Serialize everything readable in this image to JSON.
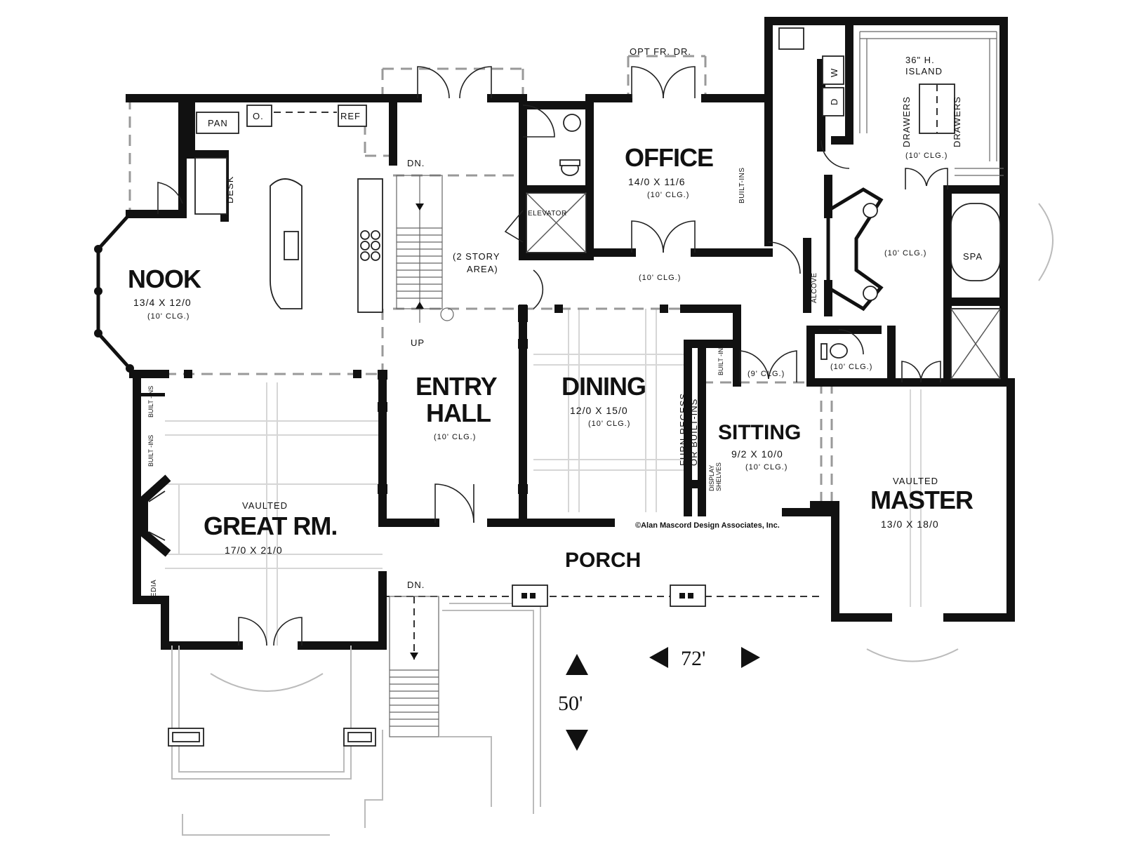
{
  "plan": {
    "nook": {
      "name": "NOOK",
      "dims": "13/4 X 12/0",
      "clg": "(10' CLG.)"
    },
    "great_room": {
      "vaulted": "VAULTED",
      "name": "GREAT RM.",
      "dims": "17/0 X 21/0"
    },
    "entry_hall": {
      "line1": "ENTRY",
      "line2": "HALL",
      "clg": "(10' CLG.)"
    },
    "dining": {
      "name": "DINING",
      "dims": "12/0 X 15/0",
      "clg": "(10' CLG.)"
    },
    "office": {
      "name": "OFFICE",
      "dims": "14/0 X 11/6",
      "clg": "(10' CLG.)",
      "builtins": "BUILT-INS",
      "door": "OPT FR. DR."
    },
    "sitting": {
      "name": "SITTING",
      "dims": "9/2 X 10/0",
      "clg": "(10' CLG.)"
    },
    "master": {
      "vaulted": "VAULTED",
      "name": "MASTER",
      "dims": "13/0 X 18/0"
    },
    "porch": {
      "name": "PORCH"
    },
    "two_story": {
      "line1": "(2 STORY",
      "line2": "AREA)"
    },
    "hall_clg": "(10' CLG.)",
    "bath_clg": "(10' CLG.)",
    "wc_clg": "(10' CLG.)",
    "alcove_clg": "(9' CLG.)",
    "closet": {
      "island1": "36\" H.",
      "island2": "ISLAND",
      "drawers": "DRAWERS",
      "clg": "(10' CLG.)"
    },
    "labels": {
      "pan": "PAN",
      "oven": "O.",
      "ref": "REF",
      "desk": "DESK",
      "elevator": "ELEVATOR",
      "dn": "DN.",
      "up": "UP",
      "alcove": "ALCOVE",
      "spa": "SPA",
      "w": "W",
      "d": "D",
      "builtins": "BUILT -INS",
      "media": "MEDIA",
      "furn1": "FURN RECESS",
      "furn2": "OR BUILT-INS",
      "display1": "DISPLAY",
      "display2": "SHELVES",
      "dn2": "DN."
    },
    "credit": "©Alan Mascord Design Associates, Inc.",
    "width_dim": "72'",
    "depth_dim": "50'"
  }
}
